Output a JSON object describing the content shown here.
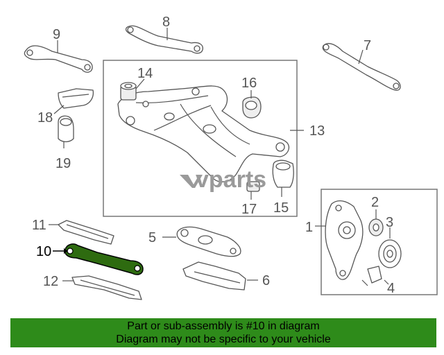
{
  "diagram": {
    "callouts": [
      "9",
      "8",
      "7",
      "14",
      "16",
      "13",
      "18",
      "19",
      "15",
      "17",
      "11",
      "10",
      "12",
      "5",
      "6",
      "1",
      "2",
      "3",
      "4"
    ],
    "highlighted_part": "10",
    "logo": "vparts"
  },
  "banner": {
    "line1": "Part or sub-assembly is #10 in diagram",
    "line2": "Diagram may not be specific to your vehicle"
  },
  "colors": {
    "banner_bg": "#2e8b1a",
    "highlight": "#2e6b10"
  }
}
